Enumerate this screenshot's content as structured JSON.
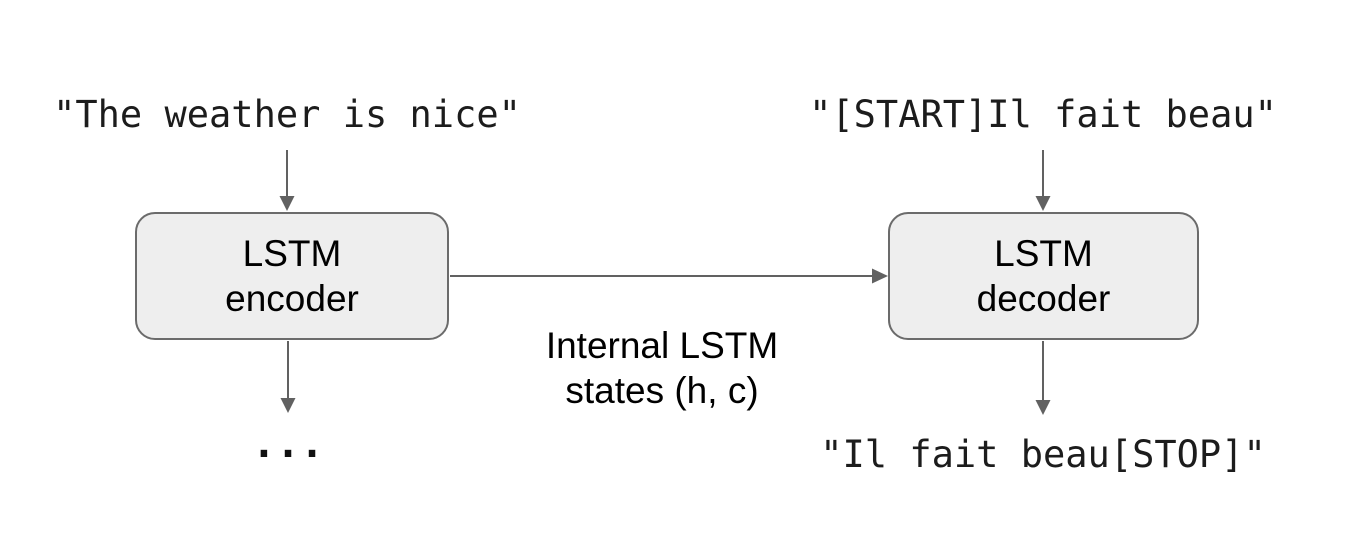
{
  "colors": {
    "box_fill": "#eeeeee",
    "box_border": "#6b6b6b",
    "arrow": "#616161",
    "text": "#000000",
    "mono_text": "#1c1c1c"
  },
  "encoder": {
    "input": "\"The weather is nice\"",
    "label": "LSTM\nencoder",
    "output": "..."
  },
  "decoder": {
    "input": "\"[START]Il fait beau\"",
    "label": "LSTM\ndecoder",
    "output": "\"Il fait beau[STOP]\""
  },
  "transfer": {
    "label": "Internal LSTM\nstates (h, c)"
  }
}
